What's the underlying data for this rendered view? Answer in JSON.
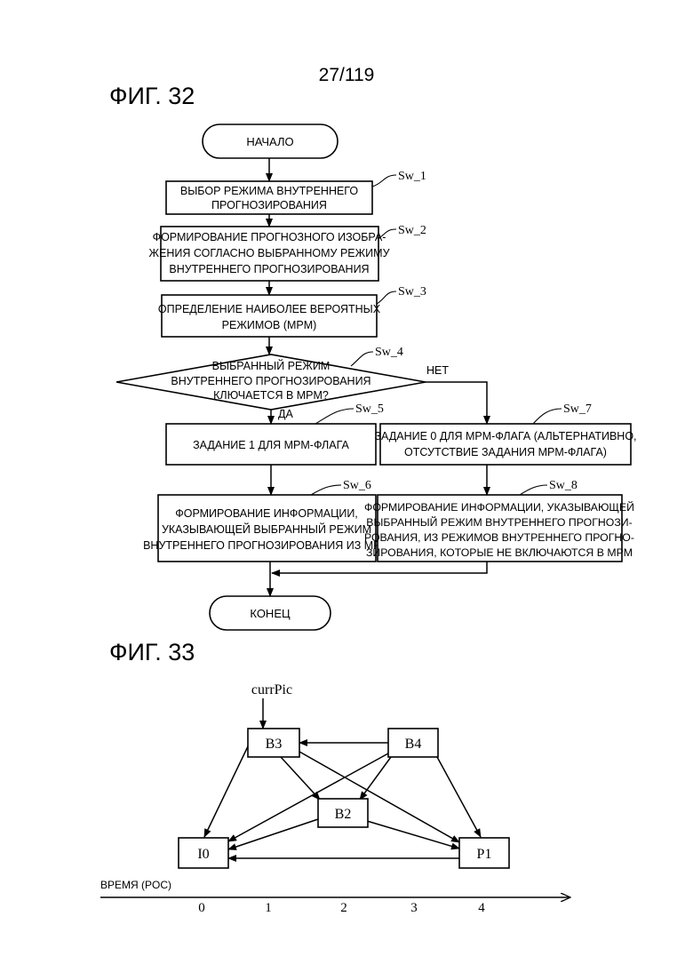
{
  "page_number": "27/119",
  "fig32": {
    "title": "ФИГ. 32",
    "start": "НАЧАЛО",
    "end": "КОНЕЦ",
    "steps": {
      "sw1": {
        "label": "Sw_1",
        "lines": [
          "ВЫБОР РЕЖИМА ВНУТРЕННЕГО",
          "ПРОГНОЗИРОВАНИЯ"
        ]
      },
      "sw2": {
        "label": "Sw_2",
        "lines": [
          "ФОРМИРОВАНИЕ ПРОГНОЗНОГО ИЗОБРА-",
          "ЖЕНИЯ СОГЛАСНО ВЫБРАННОМУ РЕЖИМУ",
          "ВНУТРЕННЕГО ПРОГНОЗИРОВАНИЯ"
        ]
      },
      "sw3": {
        "label": "Sw_3",
        "lines": [
          "ОПРЕДЕЛЕНИЕ НАИБОЛЕЕ ВЕРОЯТНЫХ",
          "РЕЖИМОВ (MPM)"
        ]
      },
      "sw4": {
        "label": "Sw_4",
        "lines": [
          "ВЫБРАННЫЙ РЕЖИМ",
          "ВНУТРЕННЕГО ПРОГНОЗИРОВАНИЯ",
          "КЛЮЧАЕТСЯ В MPM?"
        ]
      },
      "sw5": {
        "label": "Sw_5",
        "lines": [
          "ЗАДАНИЕ 1 ДЛЯ MPM-ФЛАГА"
        ]
      },
      "sw6": {
        "label": "Sw_6",
        "lines": [
          "ФОРМИРОВАНИЕ ИНФОРМАЦИИ,",
          "УКАЗЫВАЮЩЕЙ ВЫБРАННЫЙ РЕЖИМ",
          "ВНУТРЕННЕГО ПРОГНОЗИРОВАНИЯ ИЗ MPM"
        ]
      },
      "sw7": {
        "label": "Sw_7",
        "lines": [
          "ЗАДАНИЕ 0 ДЛЯ MPM-ФЛАГА (АЛЬТЕРНАТИВНО,",
          "ОТСУТСТВИЕ ЗАДАНИЯ MPM-ФЛАГА)"
        ]
      },
      "sw8": {
        "label": "Sw_8",
        "lines": [
          "ФОРМИРОВАНИЕ ИНФОРМАЦИИ, УКАЗЫВАЮЩЕЙ",
          "ВЫБРАННЫЙ РЕЖИМ ВНУТРЕННЕГО ПРОГНОЗИ-",
          "РОВАНИЯ, ИЗ РЕЖИМОВ ВНУТРЕННЕГО ПРОГНО-",
          "ЗИРОВАНИЯ, КОТОРЫЕ НЕ ВКЛЮЧАЮТСЯ В MPM"
        ]
      }
    },
    "yes_label": "ДА",
    "no_label": "НЕТ"
  },
  "fig33": {
    "title": "ФИГ. 33",
    "curr_pic": "currPic",
    "nodes": {
      "B3": "B3",
      "B4": "B4",
      "B2": "B2",
      "I0": "I0",
      "P1": "P1"
    },
    "axis_label": "ВРЕМЯ (POC)",
    "ticks": [
      "0",
      "1",
      "2",
      "3",
      "4"
    ]
  }
}
